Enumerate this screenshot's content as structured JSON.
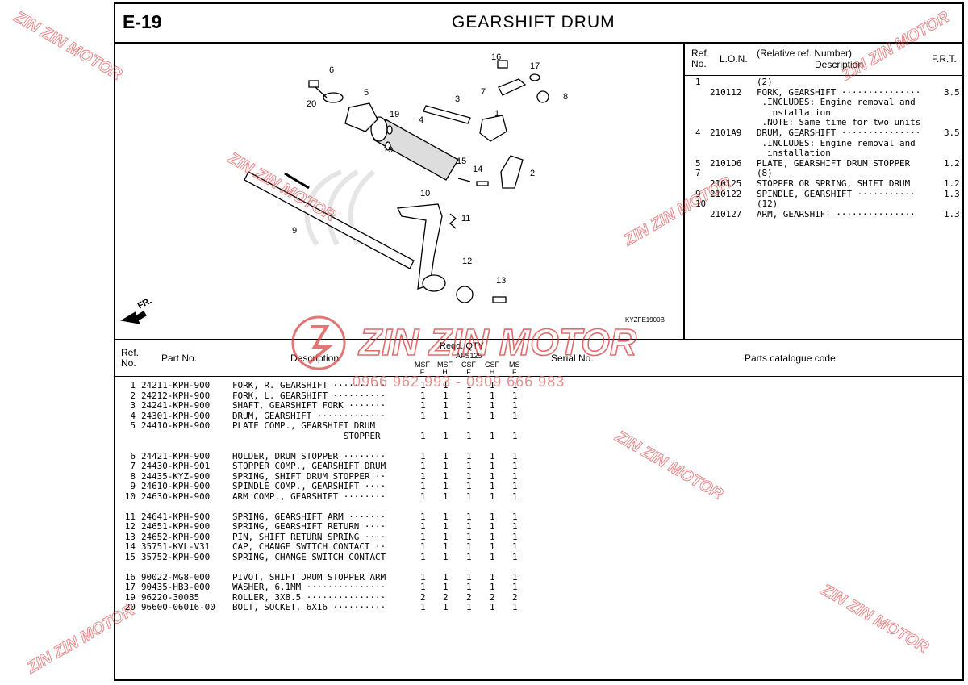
{
  "page": {
    "id": "E-19",
    "title": "GEARSHIFT  DRUM"
  },
  "diagram": {
    "code": "KYZFE1900B",
    "direction_label": "FR.",
    "callouts": [
      "1",
      "2",
      "3",
      "4",
      "5",
      "6",
      "7",
      "8",
      "9",
      "10",
      "11",
      "12",
      "13",
      "14",
      "15",
      "16",
      "17",
      "19",
      "19",
      "20"
    ]
  },
  "frt_table": {
    "headers": {
      "ref": "Ref.\nNo.",
      "lon": "L.O.N.",
      "desc_top": "(Relative ref. Number)",
      "desc": "Description",
      "frt": "F.R.T."
    },
    "rows": [
      {
        "ref": "1",
        "lon": "",
        "desc": "(2)",
        "frt": ""
      },
      {
        "ref": "",
        "lon": "210112",
        "desc": "FORK, GEARSHIFT ···············",
        "frt": "3.5"
      },
      {
        "ref": "",
        "lon": "",
        "desc": " .INCLUDES: Engine removal and",
        "frt": ""
      },
      {
        "ref": "",
        "lon": "",
        "desc": "  installation",
        "frt": ""
      },
      {
        "ref": "",
        "lon": "",
        "desc": " .NOTE: Same time for two units",
        "frt": ""
      },
      {
        "ref": "4",
        "lon": "2101A9",
        "desc": "DRUM, GEARSHIFT ···············",
        "frt": "3.5"
      },
      {
        "ref": "",
        "lon": "",
        "desc": " .INCLUDES: Engine removal and",
        "frt": ""
      },
      {
        "ref": "",
        "lon": "",
        "desc": "  installation",
        "frt": ""
      },
      {
        "ref": "5",
        "lon": "2101D6",
        "desc": "PLATE, GEARSHIFT DRUM STOPPER",
        "frt": "1.2"
      },
      {
        "ref": "7",
        "lon": "",
        "desc": "(8)",
        "frt": ""
      },
      {
        "ref": "",
        "lon": "210125",
        "desc": "STOPPER OR SPRING, SHIFT DRUM",
        "frt": "1.2"
      },
      {
        "ref": "9",
        "lon": "210122",
        "desc": "SPINDLE, GEARSHIFT ···········",
        "frt": "1.3"
      },
      {
        "ref": "10",
        "lon": "",
        "desc": "(12)",
        "frt": ""
      },
      {
        "ref": "",
        "lon": "210127",
        "desc": "ARM, GEARSHIFT ···············",
        "frt": "1.3"
      }
    ]
  },
  "parts_table": {
    "headers": {
      "ref": "Ref.\nNo.",
      "part_no": "Part No.",
      "description": "Description",
      "reqd_qty": "Reqd. QTY",
      "model_group": "AFS125",
      "col1": "MSF\nF",
      "col2": "MSF\nH",
      "col3": "CSF\nF",
      "col4": "CSF\nH",
      "col5": "MS\nF",
      "serial": "Serial No.",
      "catalogue": "Parts catalogue code"
    },
    "rows": [
      {
        "ref": "1",
        "part": "24211-KPH-900",
        "desc": "FORK, R. GEARSHIFT ··········",
        "q": [
          "1",
          "1",
          "1",
          "1",
          "1"
        ]
      },
      {
        "ref": "2",
        "part": "24212-KPH-900",
        "desc": "FORK, L. GEARSHIFT ··········",
        "q": [
          "1",
          "1",
          "1",
          "1",
          "1"
        ]
      },
      {
        "ref": "3",
        "part": "24241-KPH-900",
        "desc": "SHAFT, GEARSHIFT FORK ·······",
        "q": [
          "1",
          "1",
          "1",
          "1",
          "1"
        ]
      },
      {
        "ref": "4",
        "part": "24301-KPH-900",
        "desc": "DRUM, GEARSHIFT ·············",
        "q": [
          "1",
          "1",
          "1",
          "1",
          "1"
        ]
      },
      {
        "ref": "5",
        "part": "24410-KPH-900",
        "desc": "PLATE COMP., GEARSHIFT DRUM",
        "q": [
          "",
          "",
          "",
          "",
          ""
        ]
      },
      {
        "ref": "",
        "part": "",
        "desc": "                     STOPPER",
        "q": [
          "1",
          "1",
          "1",
          "1",
          "1"
        ]
      },
      {
        "ref": "",
        "part": "",
        "desc": "",
        "q": [
          "",
          "",
          "",
          "",
          ""
        ]
      },
      {
        "ref": "6",
        "part": "24421-KPH-900",
        "desc": "HOLDER, DRUM STOPPER ········",
        "q": [
          "1",
          "1",
          "1",
          "1",
          "1"
        ]
      },
      {
        "ref": "7",
        "part": "24430-KPH-901",
        "desc": "STOPPER COMP., GEARSHIFT DRUM",
        "q": [
          "1",
          "1",
          "1",
          "1",
          "1"
        ]
      },
      {
        "ref": "8",
        "part": "24435-KYZ-900",
        "desc": "SPRING, SHIFT DRUM STOPPER ··",
        "q": [
          "1",
          "1",
          "1",
          "1",
          "1"
        ]
      },
      {
        "ref": "9",
        "part": "24610-KPH-900",
        "desc": "SPINDLE COMP., GEARSHIFT ····",
        "q": [
          "1",
          "1",
          "1",
          "1",
          "1"
        ]
      },
      {
        "ref": "10",
        "part": "24630-KPH-900",
        "desc": "ARM COMP., GEARSHIFT ········",
        "q": [
          "1",
          "1",
          "1",
          "1",
          "1"
        ]
      },
      {
        "ref": "",
        "part": "",
        "desc": "",
        "q": [
          "",
          "",
          "",
          "",
          ""
        ]
      },
      {
        "ref": "11",
        "part": "24641-KPH-900",
        "desc": "SPRING, GEARSHIFT ARM ·······",
        "q": [
          "1",
          "1",
          "1",
          "1",
          "1"
        ]
      },
      {
        "ref": "12",
        "part": "24651-KPH-900",
        "desc": "SPRING, GEARSHIFT RETURN ····",
        "q": [
          "1",
          "1",
          "1",
          "1",
          "1"
        ]
      },
      {
        "ref": "13",
        "part": "24652-KPH-900",
        "desc": "PIN, SHIFT RETURN SPRING ····",
        "q": [
          "1",
          "1",
          "1",
          "1",
          "1"
        ]
      },
      {
        "ref": "14",
        "part": "35751-KVL-V31",
        "desc": "CAP, CHANGE SWITCH CONTACT ··",
        "q": [
          "1",
          "1",
          "1",
          "1",
          "1"
        ]
      },
      {
        "ref": "15",
        "part": "35752-KPH-900",
        "desc": "SPRING, CHANGE SWITCH CONTACT",
        "q": [
          "1",
          "1",
          "1",
          "1",
          "1"
        ]
      },
      {
        "ref": "",
        "part": "",
        "desc": "",
        "q": [
          "",
          "",
          "",
          "",
          ""
        ]
      },
      {
        "ref": "16",
        "part": "90022-MG8-000",
        "desc": "PIVOT, SHIFT DRUM STOPPER ARM",
        "q": [
          "1",
          "1",
          "1",
          "1",
          "1"
        ]
      },
      {
        "ref": "17",
        "part": "90435-HB3-000",
        "desc": "WASHER, 6.1MM ···············",
        "q": [
          "1",
          "1",
          "1",
          "1",
          "1"
        ]
      },
      {
        "ref": "19",
        "part": "96220-30085",
        "desc": "ROLLER, 3X8.5 ···············",
        "q": [
          "2",
          "2",
          "2",
          "2",
          "2"
        ]
      },
      {
        "ref": "20",
        "part": "96600-06016-00",
        "desc": "BOLT, SOCKET, 6X16 ··········",
        "q": [
          "1",
          "1",
          "1",
          "1",
          "1"
        ]
      }
    ]
  },
  "watermark": {
    "brand": "ZIN ZIN MOTOR",
    "phone": "0966 962 993 - 0909 666 983",
    "color": "#d83a3a"
  }
}
